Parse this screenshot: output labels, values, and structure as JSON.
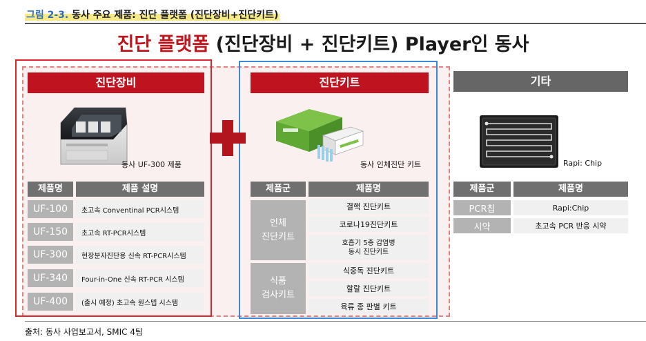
{
  "caption": {
    "label": "그림 2-3.",
    "text": " 동사 주요 제품: 진단 플랫폼 (진단장비+진단키트)"
  },
  "headline": {
    "red": "진단 플랫폼",
    "black": " (진단장비 + 진단키트) Player인 동사"
  },
  "equipment": {
    "title": "진단장비",
    "image_label": "동사 UF-300 제품",
    "headers": [
      "제품명",
      "제품 설명"
    ],
    "rows": [
      {
        "code": "UF-100",
        "desc": "초고속 Conventinal PCR시스템"
      },
      {
        "code": "UF-150",
        "desc": "초고속 RT-PCR시스템"
      },
      {
        "code": "UF-300",
        "desc": "현장분자진단용 신속 RT-PCR시스템"
      },
      {
        "code": "UF-340",
        "desc": "Four-in-One 신속 RT-PCR 시스템"
      },
      {
        "code": "UF-400",
        "desc": "(출시 예정) 초고속 원스텝 시스템"
      }
    ]
  },
  "kits": {
    "title": "진단키트",
    "image_label": "동사 인체진단 키트",
    "headers": [
      "제품군",
      "제품명"
    ],
    "groups": [
      {
        "name": "인체\n진단키트",
        "items": [
          "결핵 진단키트",
          "코로나19진단키트",
          "호흡기 5종 감염병\n동시 진단키트"
        ]
      },
      {
        "name": "식품\n검사키트",
        "items": [
          "식중독 진단키트",
          "할랄 진단키트",
          "육류 종 판별 키트"
        ]
      }
    ]
  },
  "other": {
    "title": "기타",
    "image_label": "Rapi: Chip",
    "headers": [
      "제품군",
      "제품명"
    ],
    "rows": [
      {
        "group": "PCR칩",
        "name": "Rapi:Chip"
      },
      {
        "group": "시약",
        "name": "초고속 PCR 반응 시약"
      }
    ]
  },
  "source": "출처: 동사 사업보고서, SMIC 4팀",
  "colors": {
    "red": "#bf1320",
    "blue": "#3b87d7",
    "gray": "#666666"
  }
}
